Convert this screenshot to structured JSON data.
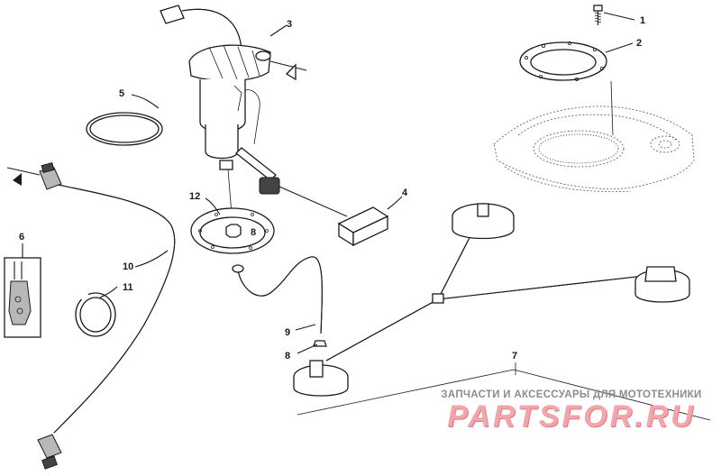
{
  "callouts": [
    {
      "id": "c1",
      "text": "1"
    },
    {
      "id": "c2",
      "text": "2"
    },
    {
      "id": "c3",
      "text": "3"
    },
    {
      "id": "c4",
      "text": "4"
    },
    {
      "id": "c5",
      "text": "5"
    },
    {
      "id": "c6",
      "text": "6"
    },
    {
      "id": "c7",
      "text": "7"
    },
    {
      "id": "c8a",
      "text": "8"
    },
    {
      "id": "c8b",
      "text": "8"
    },
    {
      "id": "c9",
      "text": "9"
    },
    {
      "id": "c10",
      "text": "10"
    },
    {
      "id": "c11",
      "text": "11"
    },
    {
      "id": "c12",
      "text": "12"
    }
  ],
  "watermark": {
    "subtitle": "ЗАПЧАСТИ И АКСЕССУАРЫ ДЛЯ МОТОТЕХНИКИ",
    "brand": "PARTSFOR.RU",
    "color": "#f2a6ab"
  }
}
